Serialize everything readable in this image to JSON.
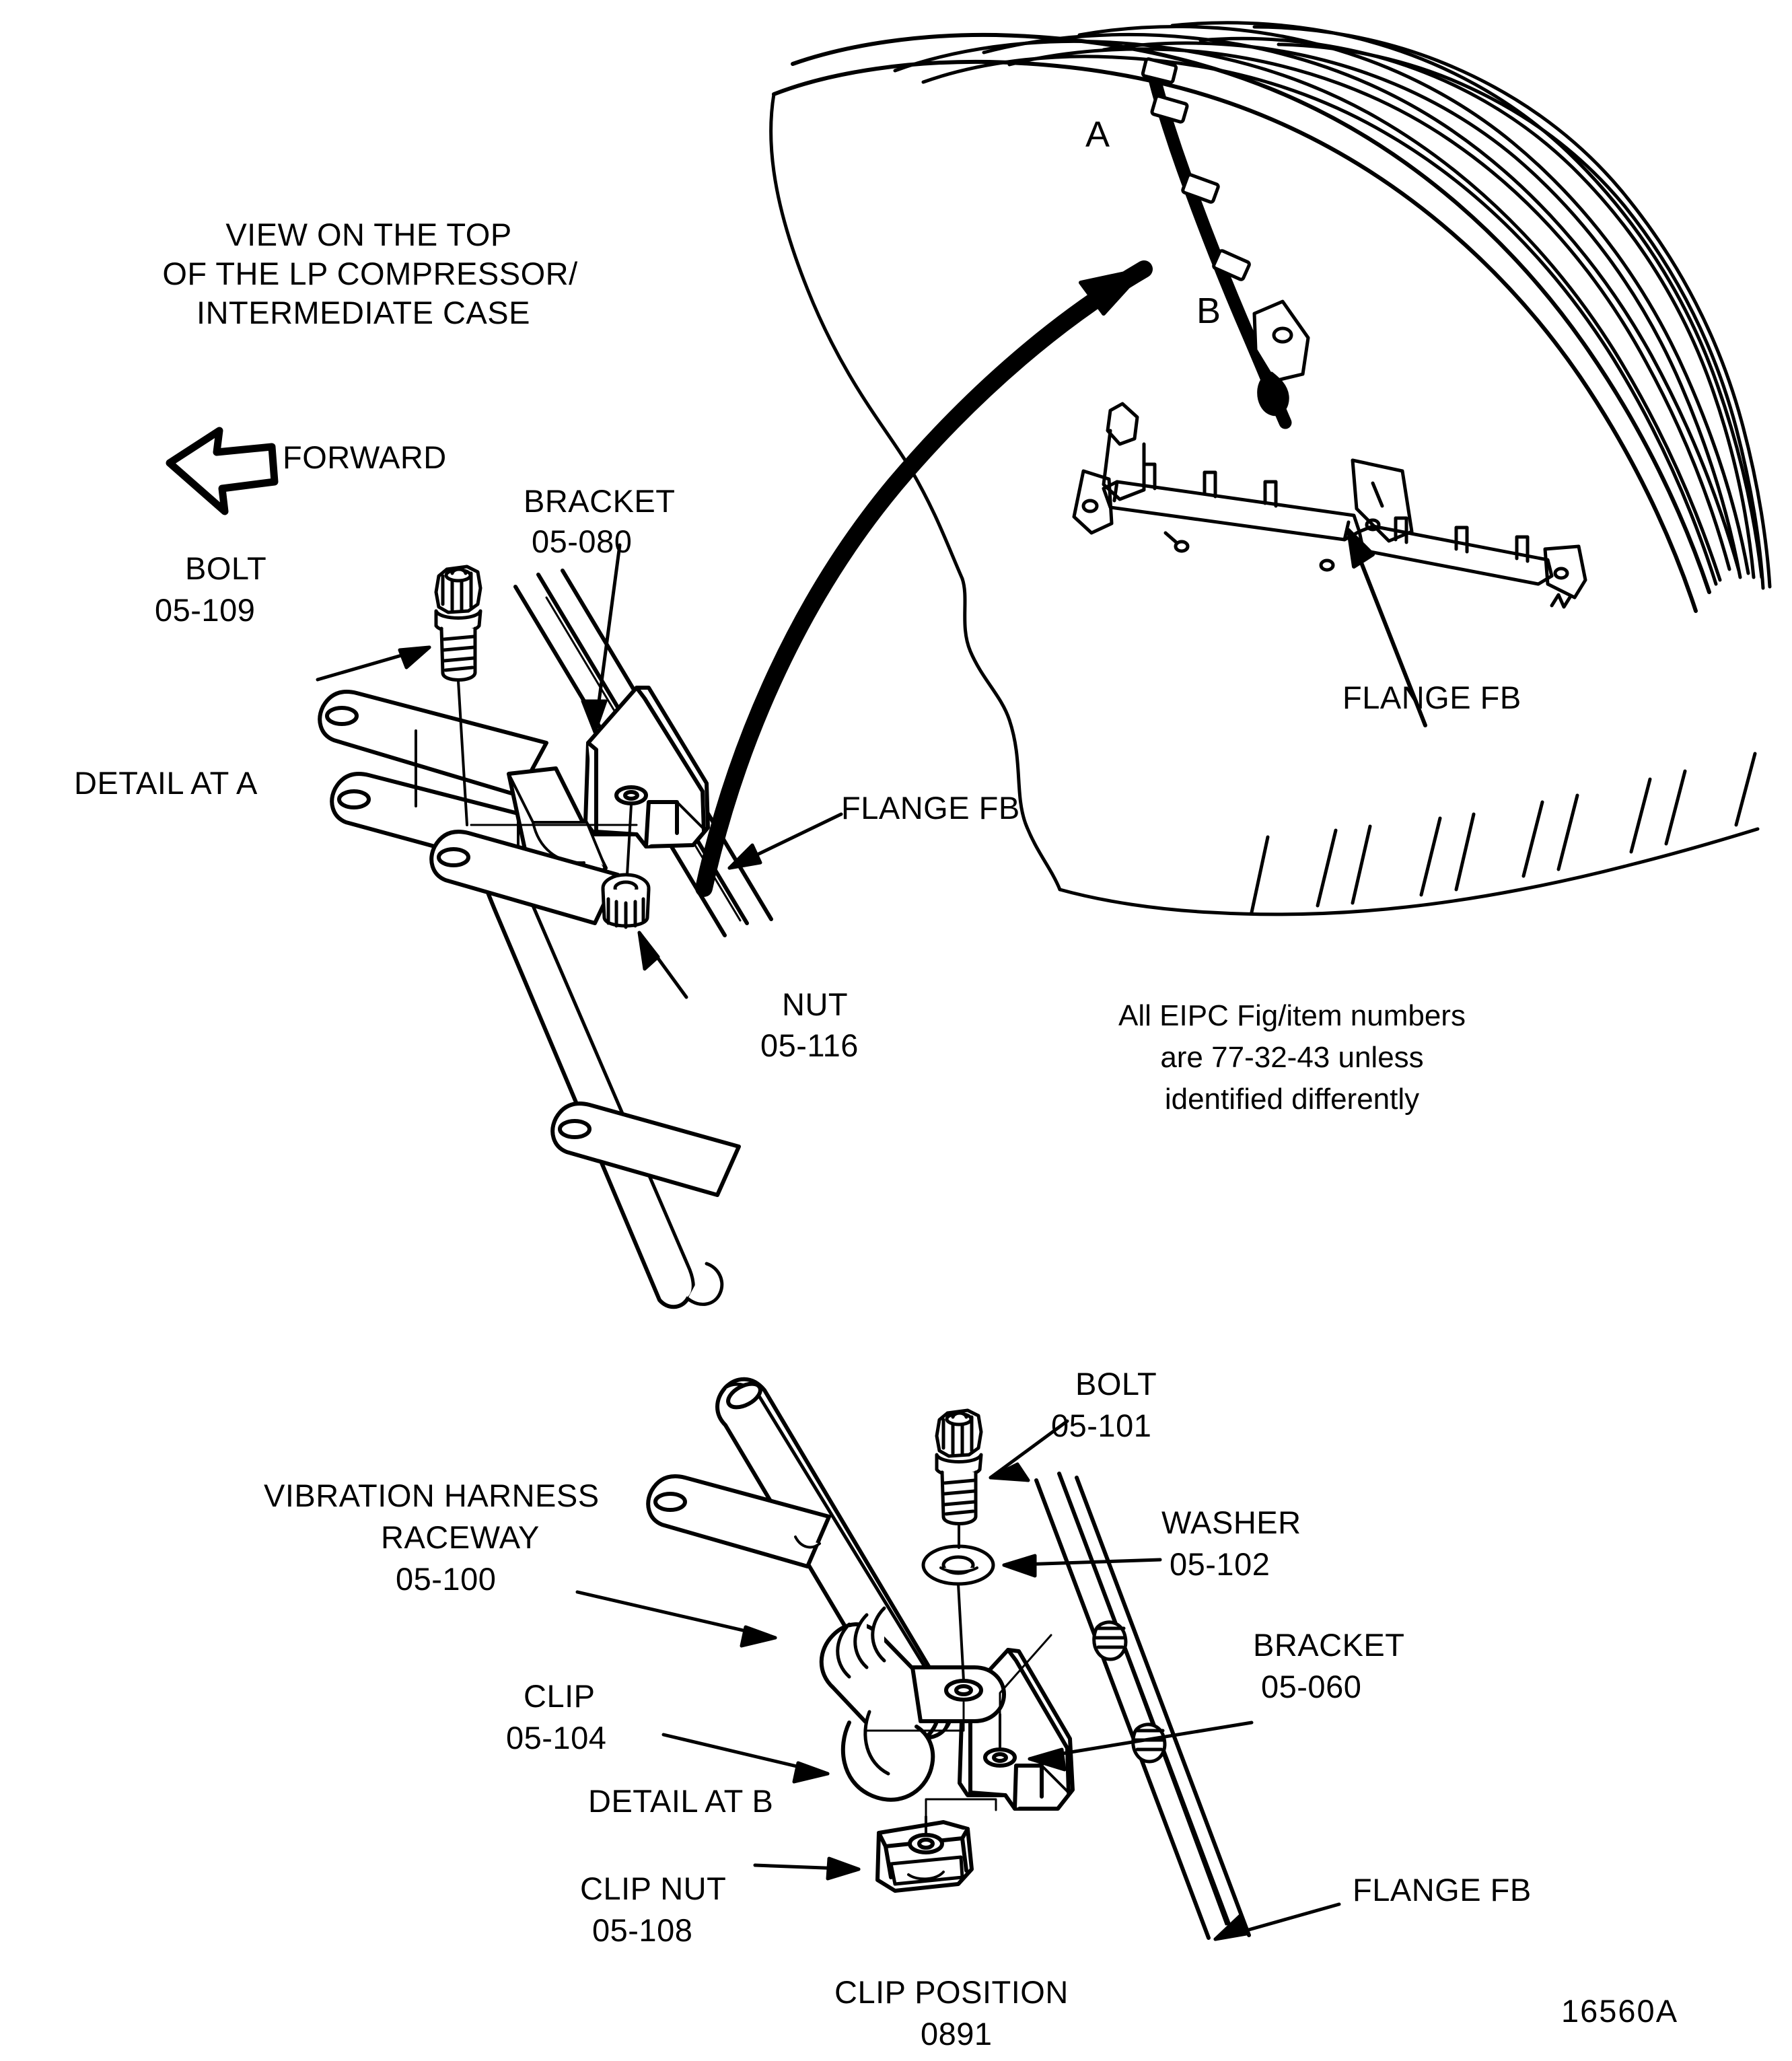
{
  "sheet": {
    "drawing_number": "16560A",
    "title_block": {
      "view_note_line1": "VIEW ON THE TOP",
      "view_note_line2": "OF THE LP COMPRESSOR/",
      "view_note_line3": "INTERMEDIATE CASE"
    },
    "orientation": {
      "forward_label": "FORWARD"
    },
    "general_note": {
      "line1": "All EIPC Fig/item numbers",
      "line2": "are 77-32-43 unless",
      "line3": "identified differently"
    }
  },
  "overview_view": {
    "callout_a": "A",
    "callout_b": "B",
    "flange_label": "FLANGE FB"
  },
  "detail_a": {
    "title": "DETAIL AT A",
    "items": [
      {
        "name": "BOLT",
        "part": "05-109"
      },
      {
        "name": "BRACKET",
        "part": "05-080"
      },
      {
        "name": "NUT",
        "part": "05-116"
      }
    ],
    "flange_label": "FLANGE FB"
  },
  "detail_b": {
    "title": "DETAIL AT B",
    "items": [
      {
        "name": "VIBRATION HARNESS",
        "name2": "RACEWAY",
        "part": "05-100"
      },
      {
        "name": "CLIP",
        "part": "05-104"
      },
      {
        "name": "BOLT",
        "part": "05-101"
      },
      {
        "name": "WASHER",
        "part": "05-102"
      },
      {
        "name": "BRACKET",
        "part": "05-060"
      },
      {
        "name": "CLIP NUT",
        "part": "05-108"
      }
    ],
    "clip_position": {
      "label": "CLIP POSITION",
      "value": "0891"
    },
    "flange_label": "FLANGE FB"
  },
  "colors": {
    "ink": "#000000",
    "paper": "#ffffff"
  }
}
